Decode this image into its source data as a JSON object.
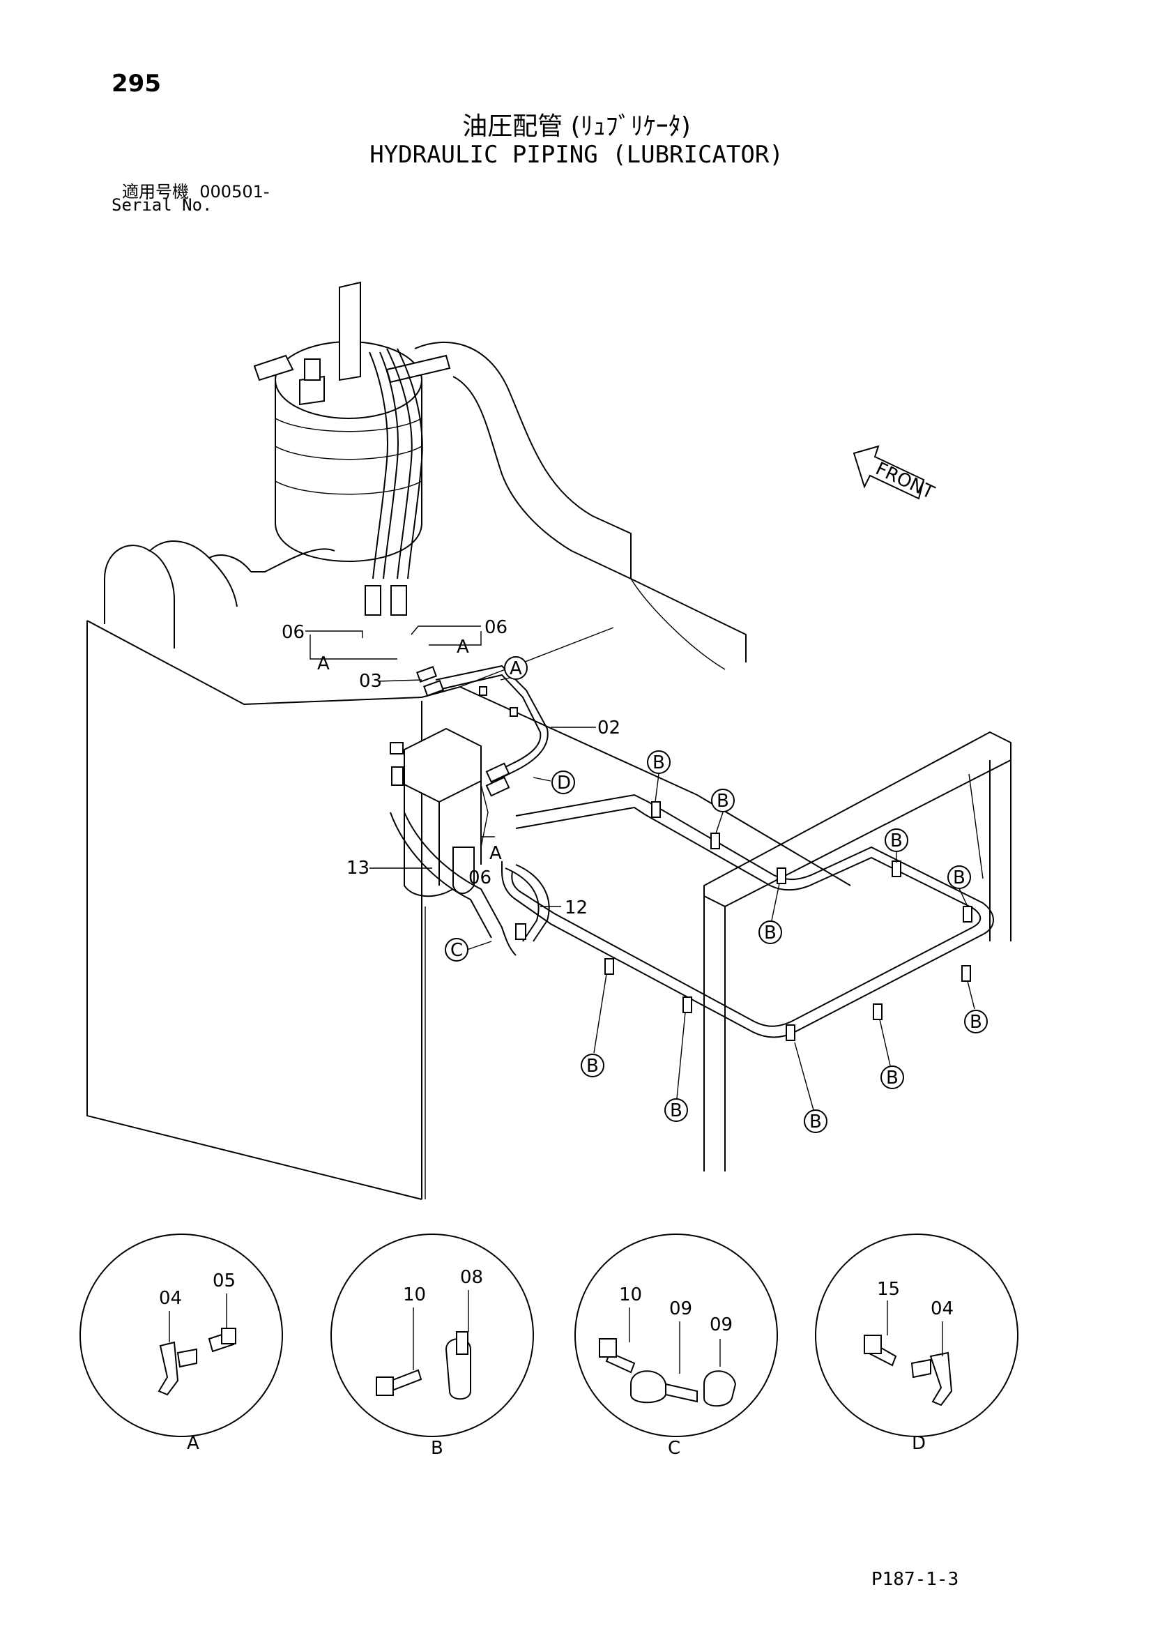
{
  "header": {
    "page_number": "295",
    "title_ja": "油圧配管 (ﾘｭﾌﾞﾘｹｰﾀ)",
    "title_en": "HYDRAULIC PIPING (LUBRICATOR)",
    "serial_label_ja": "適用号機",
    "serial_value": "000501-",
    "serial_label_en": "Serial No."
  },
  "diagram": {
    "front_label": "FRONT",
    "part_labels": {
      "p06_left": "06",
      "p06_right": "06",
      "p06_lower": "06",
      "p03": "03",
      "p02": "02",
      "p13": "13",
      "p12": "12",
      "view_a_left": "A",
      "view_a_right": "A",
      "view_a_lower": "A"
    },
    "callouts": {
      "a": "A",
      "b": "B",
      "c": "C",
      "d": "D"
    },
    "details": [
      {
        "name": "A",
        "labels": [
          "04",
          "05"
        ]
      },
      {
        "name": "B",
        "labels": [
          "10",
          "08"
        ]
      },
      {
        "name": "C",
        "labels": [
          "10",
          "09",
          "09"
        ]
      },
      {
        "name": "D",
        "labels": [
          "15",
          "04"
        ]
      }
    ]
  },
  "footer": {
    "page_code": "P187-1-3"
  }
}
